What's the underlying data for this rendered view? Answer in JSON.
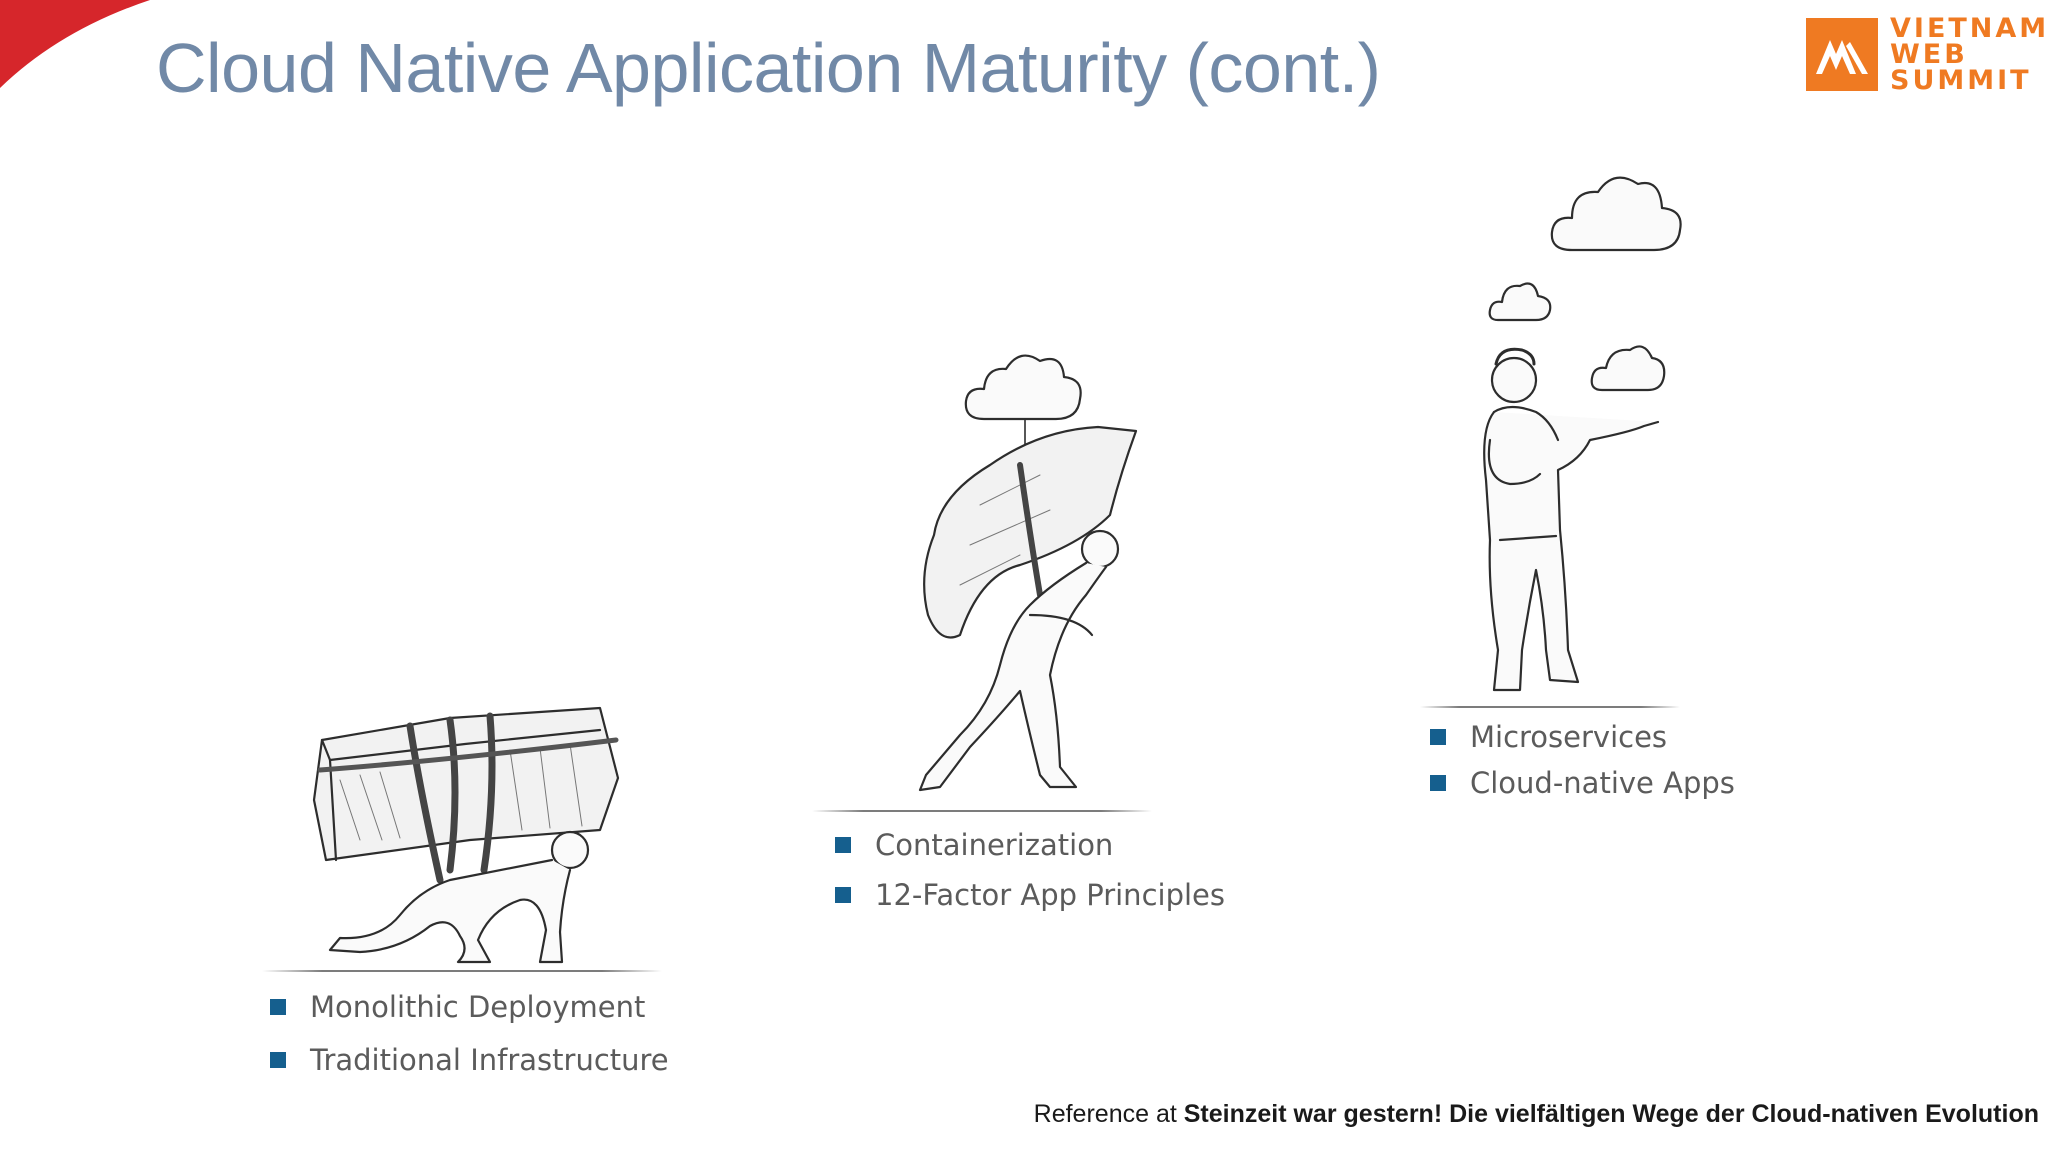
{
  "slide": {
    "title": "Cloud Native Application Maturity (cont.)"
  },
  "logo": {
    "line1": "VIETNAM",
    "line2": "WEB",
    "line3": "SUMMIT",
    "color": "#ef7a22"
  },
  "stages": [
    {
      "bullets": [
        "Monolithic Deployment",
        "Traditional Infrastructure"
      ]
    },
    {
      "bullets": [
        "Containerization",
        "12-Factor App Principles"
      ]
    },
    {
      "bullets": [
        "Microservices",
        "Cloud-native Apps"
      ]
    }
  ],
  "reference": {
    "prefix": "Reference at ",
    "source": "Steinzeit war gestern! Die vielfältigen Wege der Cloud-nativen Evolution"
  },
  "colors": {
    "title": "#7189a7",
    "bullet": "#155f8e",
    "accent_corner": "#d6262b"
  }
}
